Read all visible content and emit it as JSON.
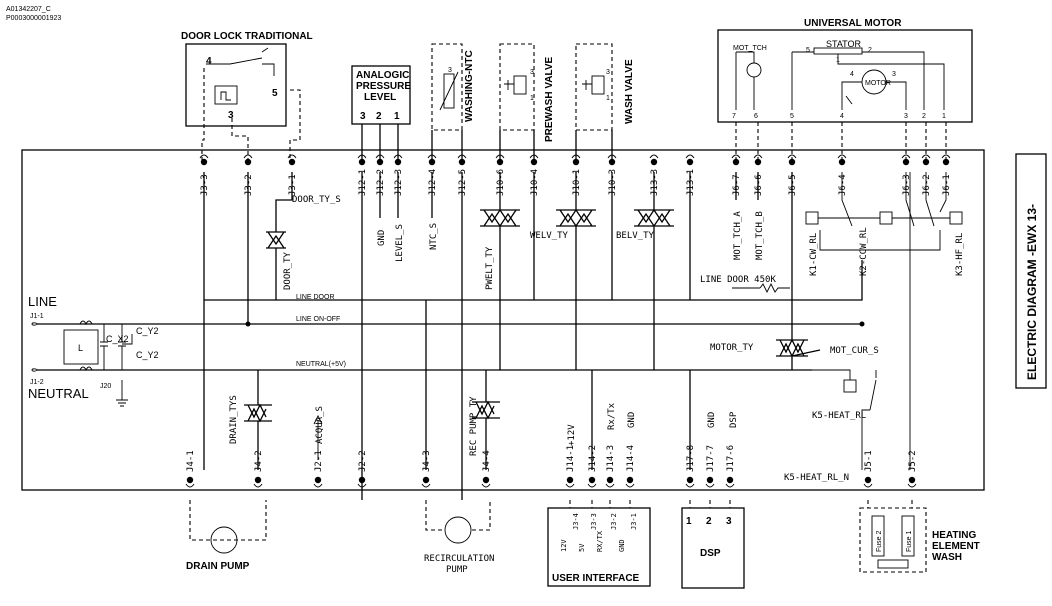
{
  "header": {
    "code1": "A01342207_C",
    "code2": "P0003000001923"
  },
  "title": "ELECTRIC DIAGRAM -EWX 13-",
  "components": {
    "door_lock": "DOOR LOCK TRADITIONAL",
    "pressure": [
      "ANALOGIC",
      "PRESSURE",
      "LEVEL"
    ],
    "washing_ntc": "WASHING-NTC",
    "prewash_valve": "PREWASH VALVE",
    "wash_valve": "WASH VALVE",
    "universal_motor": "UNIVERSAL MOTOR",
    "stator": "STATOR",
    "motor": "MOTOR",
    "mot_tch": "MOT_TCH",
    "drain_pump": "DRAIN PUMP",
    "recirc_pump": [
      "RECIRCULATION",
      "PUMP"
    ],
    "user_interface": "USER INTERFACE",
    "dsp": "DSP",
    "heating": [
      "HEATING",
      "ELEMENT",
      "WASH"
    ],
    "fuse1": "Fuse 1",
    "fuse2": "Fuse 2"
  },
  "power": {
    "line": "LINE",
    "neutral": "NEUTRAL",
    "j11": "J1-1",
    "j12": "J1-2",
    "j20": "J20",
    "l": "L",
    "cx2": "C_X2",
    "cy2a": "C_Y2",
    "cy2b": "C_Y2",
    "line_door": "LINE DOOR",
    "line_on_off": "LINE ON-OFF",
    "neutral5v": "NEUTRAL(+5V)"
  },
  "pins": {
    "door": [
      "4",
      "5",
      "3"
    ],
    "pressure": [
      "3",
      "2",
      "1"
    ],
    "ntc": "3",
    "prewash": [
      "3",
      "1"
    ],
    "wash": [
      "3",
      "1"
    ],
    "motor_top": [
      "7",
      "6",
      "5",
      "4",
      "3",
      "2",
      "1"
    ],
    "stator": [
      "5",
      "2",
      "1"
    ],
    "motor_inner": [
      "4",
      "3"
    ],
    "ui": [
      "12V",
      "5V",
      "RX/TX",
      "GND"
    ],
    "ui_conn": [
      "J3-4",
      "J3-3",
      "J3-2",
      "J3-1"
    ],
    "dsp": [
      "1",
      "2",
      "3"
    ]
  },
  "top_connectors": [
    "J3-3",
    "J3-2",
    "J3-1",
    "J12-1",
    "J12-2",
    "J12-3",
    "J12-4",
    "J12-5",
    "J10-6",
    "J10-4",
    "J10-1",
    "J10-3",
    "J13-3",
    "J13-1",
    "J6-7",
    "J6-6",
    "J6-5",
    "J6-4",
    "J6-3",
    "J6-2",
    "J6-1"
  ],
  "bottom_connectors": [
    "J4-1",
    "J4-2",
    "J2-1",
    "J2-2",
    "J4-3",
    "J4-4",
    "J14-1",
    "J14-2",
    "J14-3",
    "J14-4",
    "J17-8",
    "J17-7",
    "J17-6",
    "J5-1",
    "J5-2"
  ],
  "signals": {
    "door_ty_s": "DOOR_TY_S",
    "door_ty": "DOOR_TY",
    "gnd": "GND",
    "level_s": "LEVEL_S",
    "ntc_s": "NTC_S",
    "pwelt_ty": "PWELT_TY",
    "welv_ty": "WELV_TY",
    "belv_ty": "BELV_TY",
    "mot_tch_a": "MOT_TCH_A",
    "mot_tch_b": "MOT_TCH_B",
    "k1": "K1-CW_RL",
    "k2": "K2-CCW_RL",
    "k3": "K3-HF_RL",
    "line_door_r": "LINE DOOR 450K",
    "motor_ty": "MOTOR_TY",
    "mot_cur_s": "MOT_CUR_S",
    "drain_tys": "DRAIN_TYS",
    "acqua_s": "ACQUA_S",
    "rec_pump_ty": "REC PUMP TY",
    "p12v": "+12V",
    "rxtx": "Rx/Tx",
    "gnd2": "GND",
    "gnd3": "GND",
    "dsp": "DSP",
    "k5a": "K5-HEAT_RL",
    "k5b": "K5-HEAT_RL_N"
  }
}
